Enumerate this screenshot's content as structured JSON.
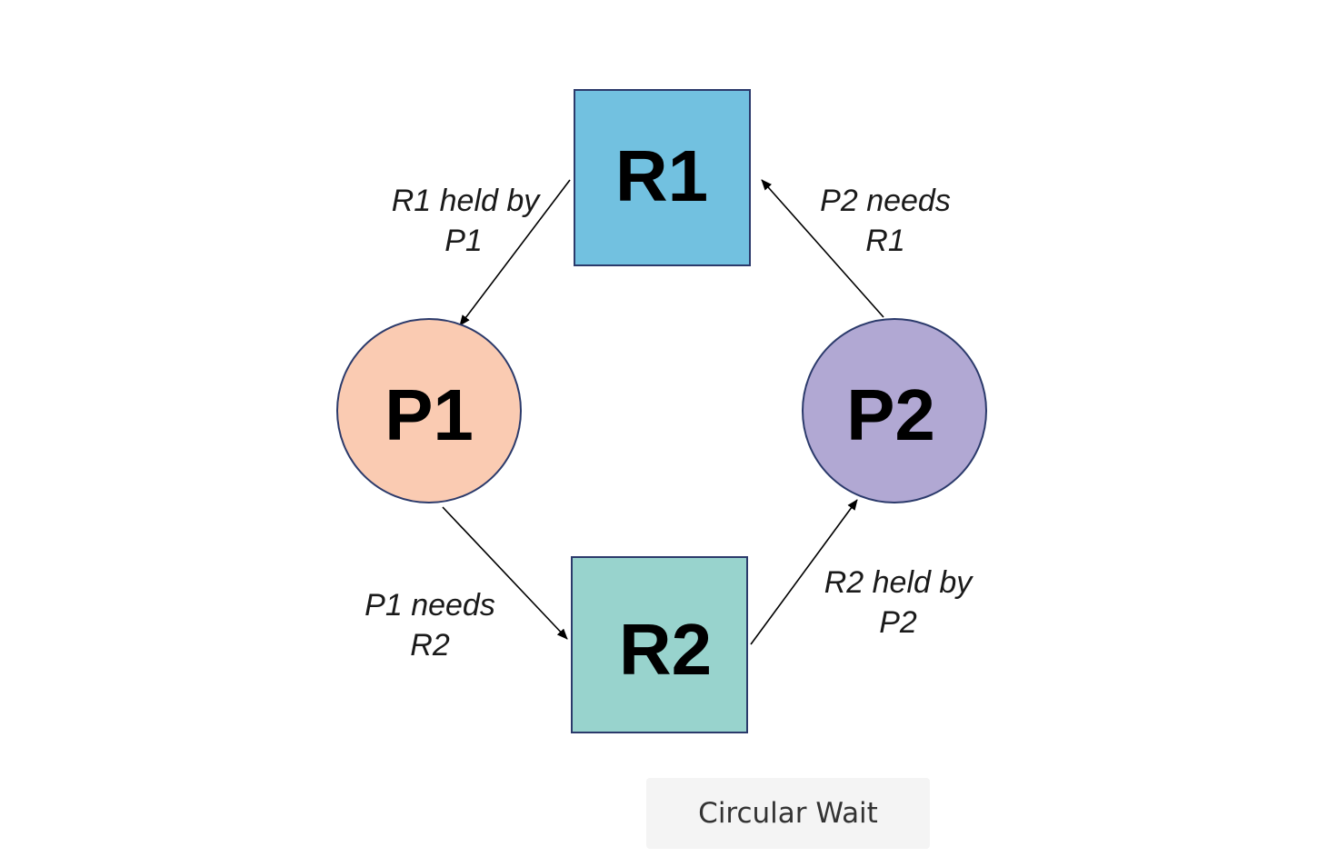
{
  "nodes": {
    "r1": {
      "label": "R1",
      "shape": "square",
      "fill": "#72c1e0"
    },
    "r2": {
      "label": "R2",
      "shape": "square",
      "fill": "#98d3cd"
    },
    "p1": {
      "label": "P1",
      "shape": "circle",
      "fill": "#facbb2"
    },
    "p2": {
      "label": "P2",
      "shape": "circle",
      "fill": "#b1a8d3"
    }
  },
  "edges": [
    {
      "from": "R1",
      "to": "P1",
      "label_line1": "R1 held by",
      "label_line2": "P1"
    },
    {
      "from": "P1",
      "to": "R2",
      "label_line1": "P1 needs",
      "label_line2": "R2"
    },
    {
      "from": "R2",
      "to": "P2",
      "label_line1": "R2 held by",
      "label_line2": "P2"
    },
    {
      "from": "P2",
      "to": "R1",
      "label_line1": "P2 needs",
      "label_line2": "R1"
    }
  ],
  "caption": "Circular Wait",
  "colors": {
    "stroke": "#2b3a6b",
    "arrow": "#000000"
  }
}
